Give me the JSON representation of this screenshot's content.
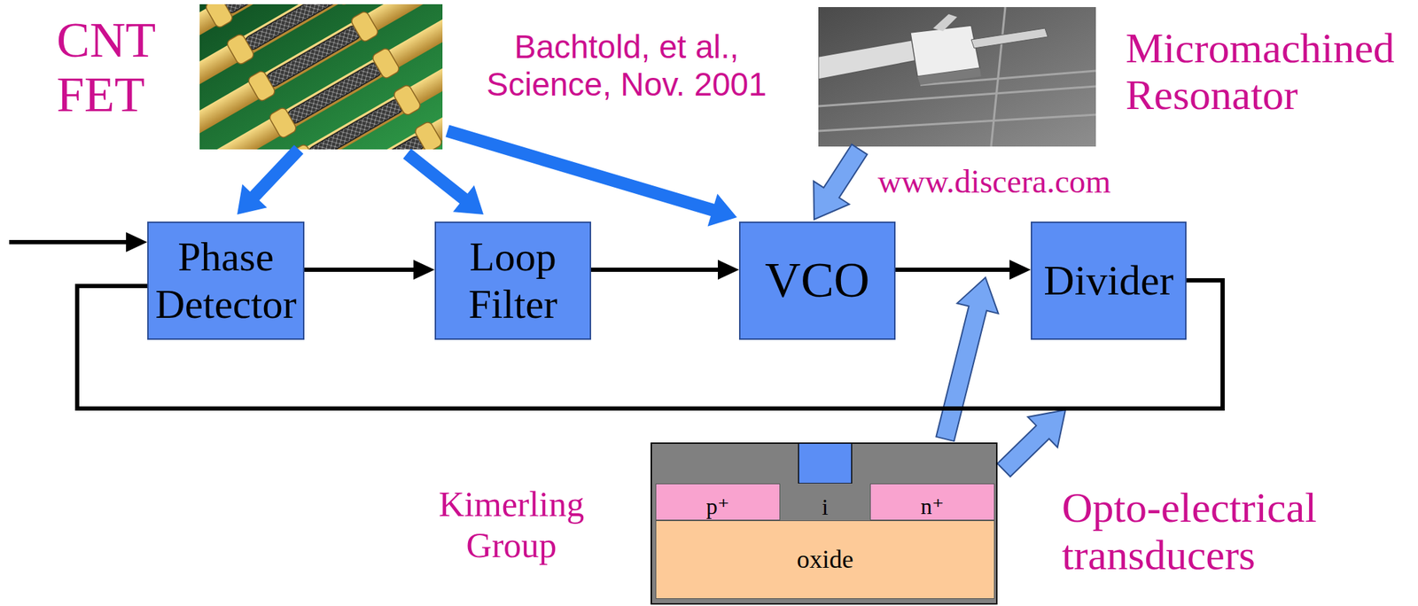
{
  "diagram": {
    "nodes": [
      {
        "text": [
          "Phase Detector"
        ]
      },
      {
        "text": [
          "Loop Filter"
        ]
      },
      {
        "text": [
          "VCO"
        ]
      },
      {
        "text": [
          "Divider"
        ]
      },
      {
        "text": [
          "p⁺"
        ]
      },
      {
        "text": [
          "i"
        ]
      },
      {
        "text": [
          "n⁺"
        ]
      },
      {
        "text": [
          "oxide"
        ]
      }
    ],
    "edges": [
      {
        "from": 0,
        "to": 1,
        "arrow": "to"
      },
      {
        "from": 1,
        "to": 2,
        "arrow": "to"
      },
      {
        "from": 2,
        "to": 3,
        "arrow": "to"
      },
      {
        "from": 3,
        "to": 0,
        "arrow": "none"
      }
    ],
    "labels": [
      "CNT FET",
      "Bachtold, et al., Science, Nov. 2001",
      "Micromachined Resonator",
      "www.discera.com",
      "Kimerling Group",
      "Opto-electrical transducers"
    ]
  }
}
